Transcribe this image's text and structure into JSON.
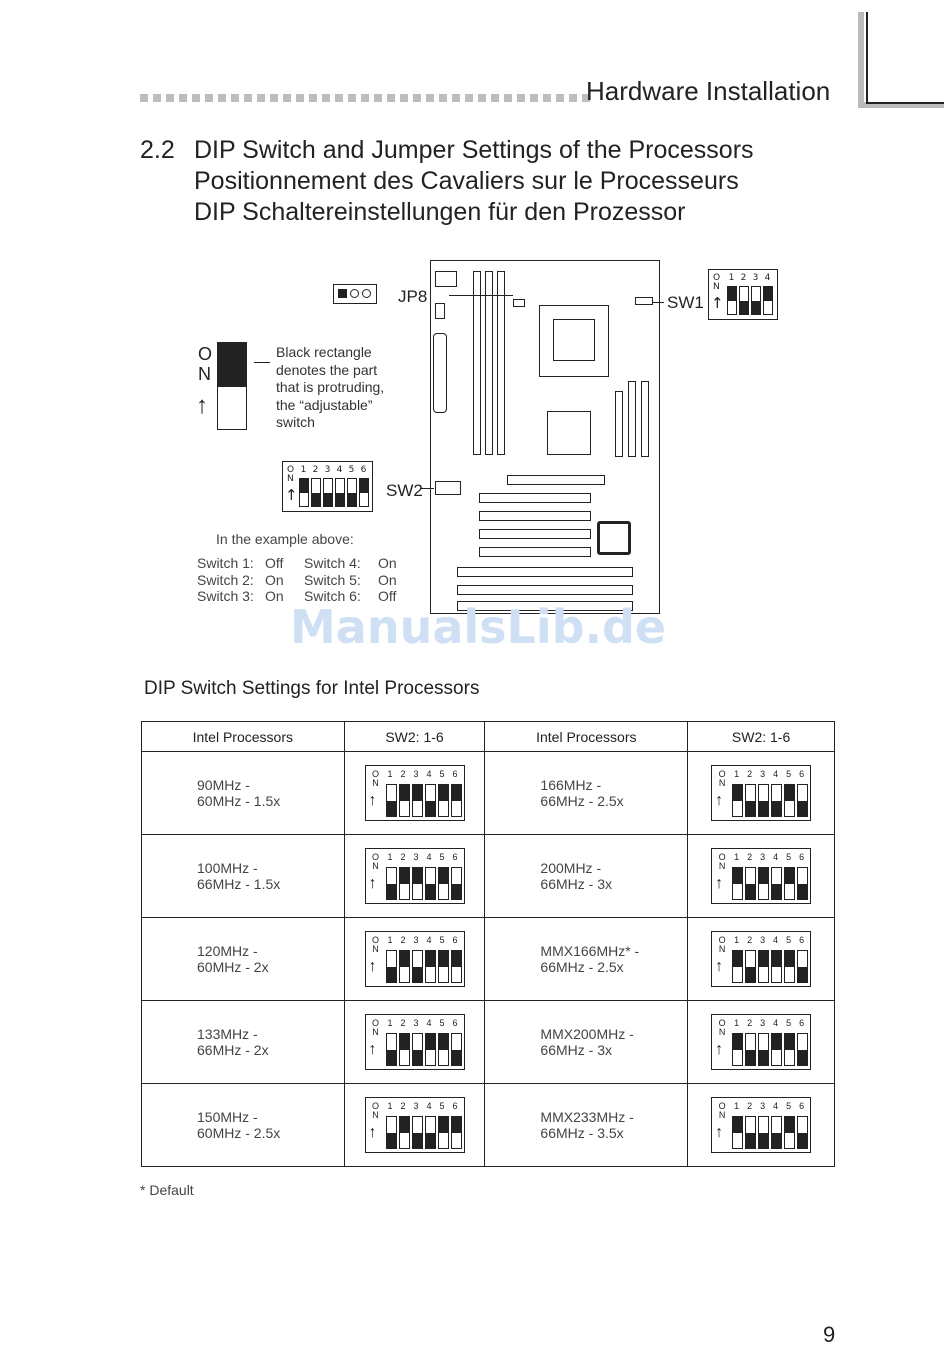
{
  "header": {
    "title": "Hardware  Installation"
  },
  "section": {
    "number": "2.2",
    "lines": [
      "DIP Switch and Jumper Settings of the Processors",
      "Positionnement des Cavaliers sur le Processeurs",
      "DIP Schaltereinstellungen für den Prozessor"
    ]
  },
  "diagram": {
    "jp8_label": "JP8",
    "sw1_label": "SW1",
    "sw2_label": "SW2",
    "on_letters": [
      "O",
      "N"
    ],
    "legend_lines": [
      "Black rectangle",
      "denotes the part",
      "that is protruding,",
      "the “adjustable”",
      "switch"
    ],
    "example_title": "In the example above:",
    "example": [
      {
        "label": "Switch 1:",
        "value": "Off"
      },
      {
        "label": "Switch 2:",
        "value": "On"
      },
      {
        "label": "Switch 3:",
        "value": "On"
      },
      {
        "label": "Switch 4:",
        "value": "On"
      },
      {
        "label": "Switch 5:",
        "value": "On"
      },
      {
        "label": "Switch 6:",
        "value": "Off"
      }
    ],
    "sw1_numbers": [
      "1",
      "2",
      "3",
      "4"
    ],
    "sw2_numbers": [
      "1",
      "2",
      "3",
      "4",
      "5",
      "6"
    ]
  },
  "watermark": "ManualsLib.de",
  "table": {
    "title": "DIP Switch Settings for Intel Processors",
    "headers": [
      "Intel Processors",
      "SW2:  1-6",
      "Intel Processors",
      "SW2:  1-6"
    ],
    "switch_numbers": [
      "1",
      "2",
      "3",
      "4",
      "5",
      "6"
    ],
    "rows": [
      {
        "left": {
          "line1": "90MHz  -",
          "line2": "60MHz  -  1.5x",
          "sw": [
            0,
            1,
            1,
            0,
            1,
            1
          ]
        },
        "right": {
          "line1": "166MHz  -",
          "line2": "66MHz  -  2.5x",
          "sw": [
            1,
            0,
            0,
            0,
            1,
            0
          ]
        }
      },
      {
        "left": {
          "line1": "100MHz  -",
          "line2": "66MHz  -  1.5x",
          "sw": [
            0,
            1,
            1,
            0,
            1,
            0
          ]
        },
        "right": {
          "line1": "200MHz  -",
          "line2": "66MHz  -  3x",
          "sw": [
            1,
            0,
            1,
            0,
            1,
            0
          ]
        }
      },
      {
        "left": {
          "line1": "120MHz  -",
          "line2": "60MHz  -  2x",
          "sw": [
            0,
            1,
            0,
            1,
            1,
            1
          ]
        },
        "right": {
          "line1": "MMX166MHz*  -",
          "line2": "66MHz  -  2.5x",
          "sw": [
            1,
            0,
            1,
            1,
            1,
            0
          ]
        }
      },
      {
        "left": {
          "line1": "133MHz  -",
          "line2": "66MHz  -  2x",
          "sw": [
            0,
            1,
            0,
            1,
            1,
            0
          ]
        },
        "right": {
          "line1": "MMX200MHz  -",
          "line2": "66MHz  -  3x",
          "sw": [
            1,
            0,
            0,
            1,
            1,
            0
          ]
        }
      },
      {
        "left": {
          "line1": "150MHz  -",
          "line2": "60MHz  -  2.5x",
          "sw": [
            0,
            1,
            0,
            0,
            1,
            1
          ]
        },
        "right": {
          "line1": "MMX233MHz  -",
          "line2": "66MHz  -  3.5x",
          "sw": [
            1,
            0,
            0,
            0,
            1,
            0
          ]
        }
      }
    ],
    "footnote": "* Default"
  },
  "page_number": "9"
}
